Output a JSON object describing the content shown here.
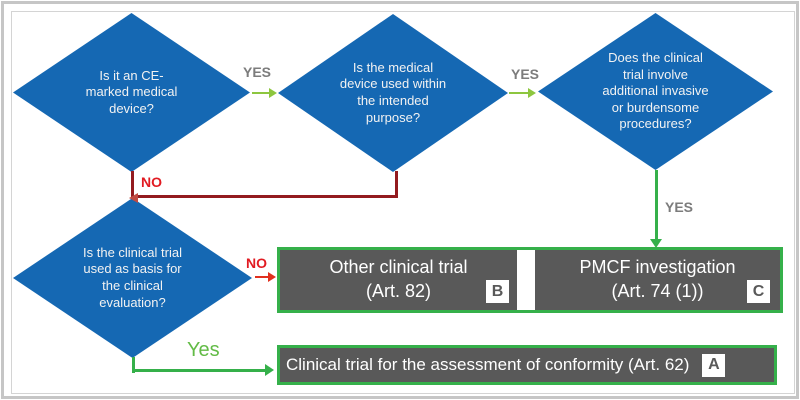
{
  "diagram": {
    "decisions": [
      {
        "question": "Is it an CE-marked medical device?"
      },
      {
        "question": "Is the medical device used within the intended purpose?"
      },
      {
        "question": "Does the clinical trial involve additional invasive or burdensome procedures?"
      },
      {
        "question": "Is the clinical trial used as basis for the clinical evaluation?"
      }
    ],
    "edge_labels": {
      "d1_yes": "YES",
      "d2_yes": "YES",
      "d3_yes": "YES",
      "d1_no": "NO",
      "d4_no": "NO",
      "d4_yes": "Yes"
    },
    "outcomes": {
      "b": {
        "title": "Other clinical trial",
        "article": "(Art. 82)",
        "badge": "B"
      },
      "c": {
        "title": "PMCF investigation",
        "article": "(Art. 74 (1))",
        "badge": "C"
      },
      "a": {
        "title": "Clinical trial for the assessment of conformity (Art. 62)",
        "badge": "A"
      }
    },
    "colors": {
      "diamond_blue": "#1568b3",
      "outcome_gray": "#595959",
      "green": "#35b04a",
      "light_green_arrow": "#8dc63f",
      "maroon_line": "#931b1f",
      "no_red_text": "#e11b22",
      "yes_gray_text": "#7c7c7c",
      "yes_green_text": "#62bb46"
    }
  }
}
